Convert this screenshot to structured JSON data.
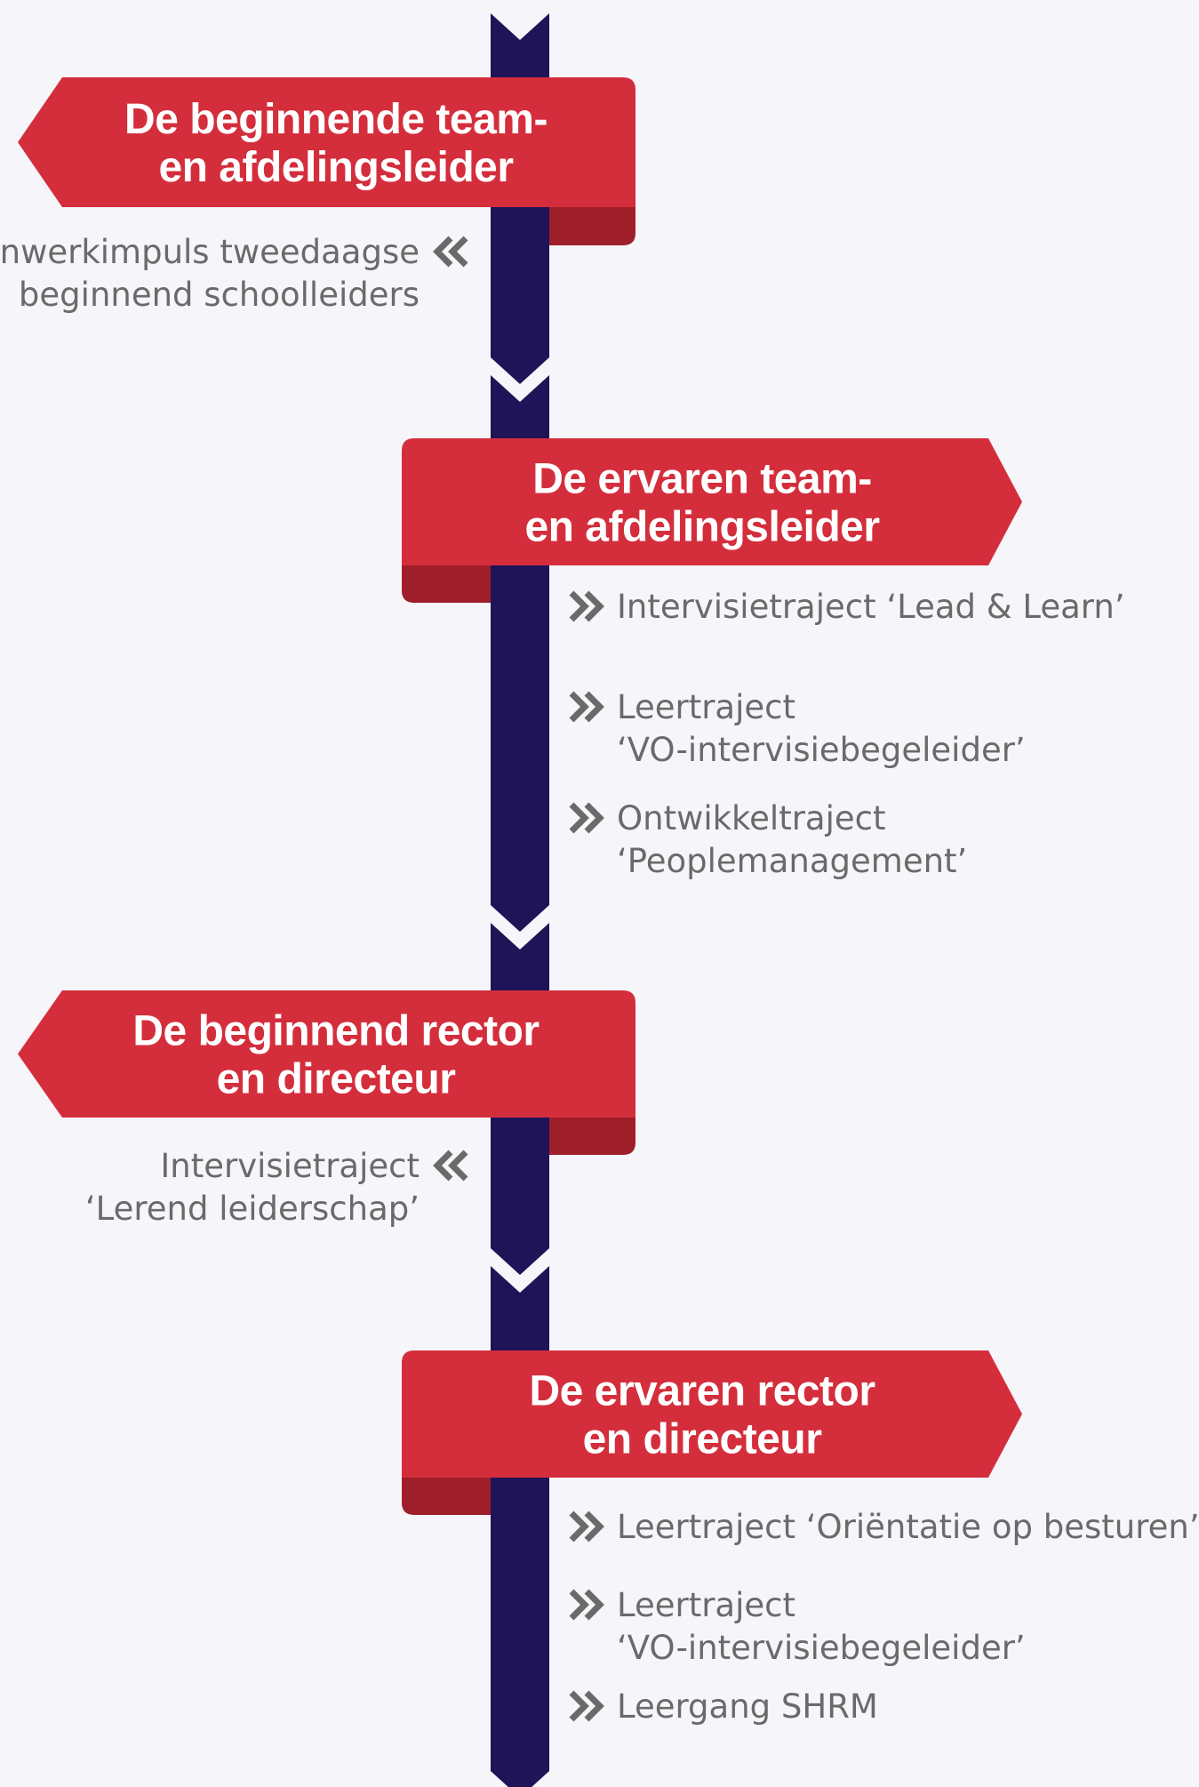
{
  "colors": {
    "background": "#f6f5f9",
    "spine": "#1e1457",
    "banner": "#d42e3c",
    "banner_fold": "#9e1f2a",
    "text": "#6a6a6a",
    "chevron": "#6a6a6a"
  },
  "stages": [
    {
      "title_lines": [
        "De beginnende team-",
        "en afdelingsleider"
      ],
      "direction": "left",
      "items": [
        {
          "lines": [
            "Inwerkimpuls tweedaagse",
            "beginnend schoolleiders"
          ]
        }
      ]
    },
    {
      "title_lines": [
        "De ervaren team-",
        "en afdelingsleider"
      ],
      "direction": "right",
      "items": [
        {
          "lines": [
            "Intervisietraject ‘Lead & Learn’"
          ]
        },
        {
          "lines": [
            "Leertraject",
            "‘VO-intervisiebegeleider’"
          ]
        },
        {
          "lines": [
            "Ontwikkeltraject",
            "‘Peoplemanagement’"
          ]
        }
      ]
    },
    {
      "title_lines": [
        "De beginnend rector",
        "en directeur"
      ],
      "direction": "left",
      "items": [
        {
          "lines": [
            "Intervisietraject",
            "‘Lerend leiderschap’"
          ]
        }
      ]
    },
    {
      "title_lines": [
        "De ervaren rector",
        "en directeur"
      ],
      "direction": "right",
      "items": [
        {
          "lines": [
            "Leertraject ‘Oriëntatie op besturen’"
          ]
        },
        {
          "lines": [
            "Leertraject",
            "‘VO-intervisiebegeleider’"
          ]
        },
        {
          "lines": [
            "Leergang SHRM"
          ]
        }
      ]
    }
  ]
}
